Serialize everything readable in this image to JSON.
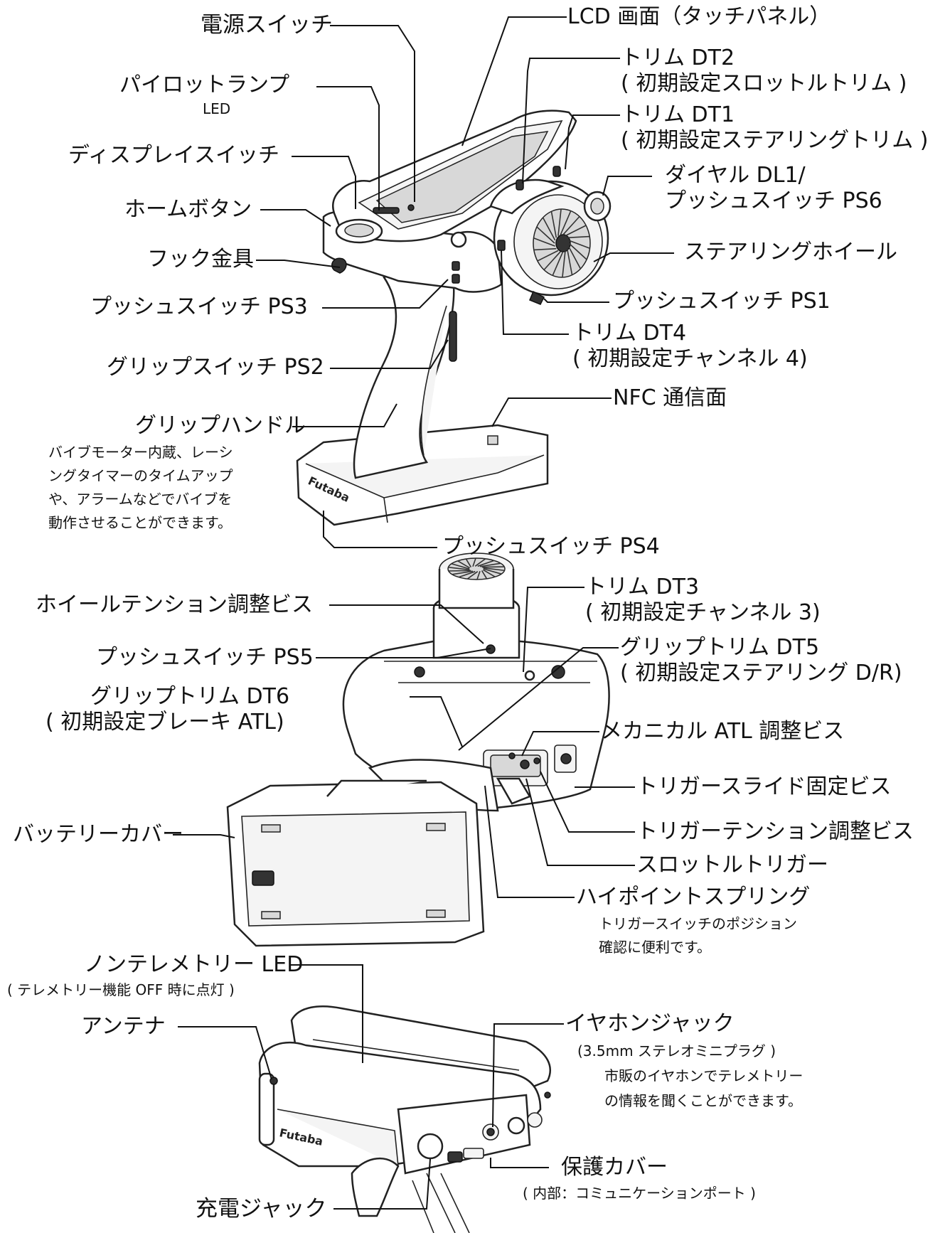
{
  "figure_1": {
    "labels": {
      "power_switch": "電源スイッチ",
      "lcd_screen": "LCD 画面（タッチパネル）",
      "pilot_lamp": "パイロットランプ",
      "pilot_lamp_sub": "LED",
      "trim_dt2": "トリム DT2",
      "trim_dt2_note": "( 初期設定スロットルトリム )",
      "trim_dt1": "トリム DT1",
      "trim_dt1_note": "( 初期設定ステアリングトリム )",
      "display_switch": "ディスプレイスイッチ",
      "dial_dl1": "ダイヤル DL1/",
      "push_ps6": "プッシュスイッチ PS6",
      "home_button": "ホームボタン",
      "steering_wheel": "ステアリングホイール",
      "hook": "フック金具",
      "push_ps1": "プッシュスイッチ PS1",
      "push_ps3": "プッシュスイッチ PS3",
      "trim_dt4": "トリム DT4",
      "trim_dt4_note": "( 初期設定チャンネル 4)",
      "grip_switch_ps2": "グリップスイッチ PS2",
      "nfc_surface": "NFC 通信面",
      "grip_handle": "グリップハンドル",
      "grip_handle_note": [
        "バイブモーター内蔵、レーシ",
        "ングタイマーのタイムアップ",
        "や、アラームなどでバイブを",
        "動作させることができます。"
      ],
      "push_ps4": "プッシュスイッチ PS4",
      "brand_logo": "Futaba"
    }
  },
  "figure_2": {
    "labels": {
      "wheel_tension_screw": "ホイールテンション調整ビス",
      "trim_dt3": "トリム DT3",
      "trim_dt3_note": "( 初期設定チャンネル 3)",
      "push_ps5": "プッシュスイッチ PS5",
      "grip_trim_dt5": "グリップトリム DT5",
      "grip_trim_dt5_note": "( 初期設定ステアリング D/R)",
      "grip_trim_dt6": "グリップトリム DT6",
      "grip_trim_dt6_note": "( 初期設定ブレーキ ATL)",
      "mech_atl_screw": "メカニカル ATL 調整ビス",
      "trigger_slide_screw": "トリガースライド固定ビス",
      "battery_cover": "バッテリーカバー",
      "trigger_tension_screw": "トリガーテンション調整ビス",
      "throttle_trigger": "スロットルトリガー",
      "high_point_spring": "ハイポイントスプリング",
      "high_point_spring_note": [
        "トリガースイッチのポジション",
        "確認に便利です。"
      ]
    }
  },
  "figure_3": {
    "labels": {
      "non_telemetry_led": "ノンテレメトリー LED",
      "non_telemetry_led_note": "( テレメトリー機能 OFF 時に点灯 )",
      "antenna": "アンテナ",
      "earphone_jack": "イヤホンジャック",
      "earphone_jack_spec": "(3.5mm ステレオミニプラグ )",
      "earphone_jack_note": [
        "市販のイヤホンでテレメトリー",
        "の情報を聞くことができます。"
      ],
      "protective_cover": "保護カバー",
      "protective_cover_note": "( 内部：コミュニケーションポート )",
      "charge_jack": "充電ジャック",
      "brand_logo": "Futaba"
    }
  },
  "colors": {
    "ink": "#111111",
    "body_fill": "#ffffff",
    "shade": "#d8d8d8"
  }
}
